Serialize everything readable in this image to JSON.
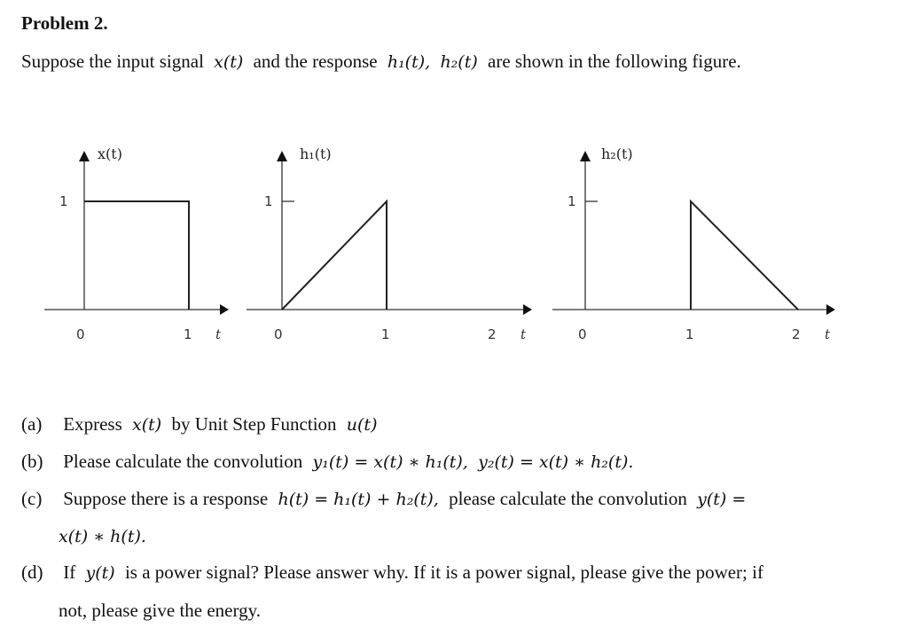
{
  "problem": {
    "title": "Problem 2.",
    "intro_text_a": "Suppose the input signal",
    "intro_x": "x(t)",
    "intro_text_b": "and the response",
    "intro_h1": "h₁(t),",
    "intro_h2": "h₂(t)",
    "intro_text_c": "are shown in the following figure."
  },
  "figure": {
    "x_label": "x(t)",
    "h1_label": "h₁(t)",
    "h2_label": "h₂(t)",
    "tick_one": "1",
    "tick_zero": "0",
    "tick_two": "2",
    "axis_var": "t"
  },
  "questions": {
    "a": {
      "label": "(a)",
      "text": "Express",
      "m1": "x(t)",
      "text2": "by Unit Step Function",
      "m2": "u(t)"
    },
    "b": {
      "label": "(b)",
      "text": "Please calculate the convolution",
      "m1": "y₁(t) = x(t) ∗ h₁(t),",
      "m2": "y₂(t) = x(t) ∗ h₂(t)."
    },
    "c": {
      "label": "(c)",
      "text": "Suppose there is a response",
      "m1": "h(t) = h₁(t) + h₂(t),",
      "text2": "please calculate the convolution",
      "m2": "y(t) =",
      "cont": "x(t) ∗ h(t)."
    },
    "d": {
      "label": "(d)",
      "text": "If",
      "m1": "y(t)",
      "text2": "is a power signal? Please answer why. If it is a power signal, please give the power; if",
      "cont": "not, please give the energy."
    }
  }
}
